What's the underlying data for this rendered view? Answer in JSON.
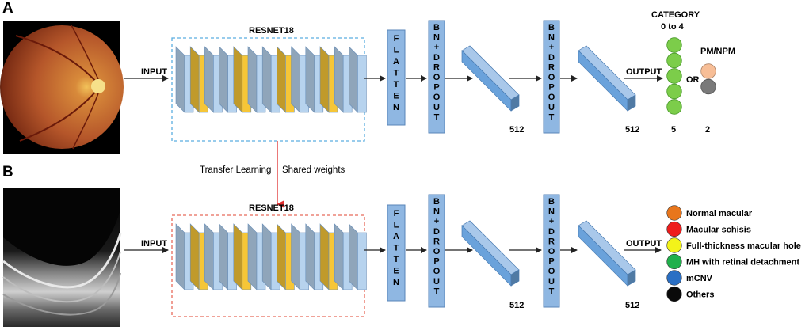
{
  "panels": {
    "top_label": "A",
    "bottom_label": "B"
  },
  "top": {
    "input_label": "INPUT",
    "backbone_label": "RESNET18",
    "flatten_label": "FLATTEN",
    "bn_dropout_1": "BN+DROPOUT",
    "dense_1_units": "512",
    "bn_dropout_2": "BN+DROPOUT",
    "dense_2_units": "512",
    "output_label": "OUTPUT",
    "category_title": "CATEGORY",
    "category_range": "0 to 4",
    "pm_title": "PM/NPM",
    "or_label": "OR",
    "category_count": "5",
    "pm_count": "2",
    "category_node_color": "#7ccd4a",
    "pm_node_colors": [
      "#f7be97",
      "#7a7a7a"
    ]
  },
  "transfer": {
    "label_left": "Transfer Learning",
    "label_right": "Shared weights",
    "arrow_color": "#e03030"
  },
  "bottom": {
    "input_label": "INPUT",
    "backbone_label": "RESNET18",
    "flatten_label": "FLATTEN",
    "bn_dropout_1": "BN+DROPOUT",
    "dense_1_units": "512",
    "bn_dropout_2": "BN+DROPOUT",
    "dense_2_units": "512",
    "output_label": "OUTPUT",
    "legend": [
      {
        "label": "Normal macular",
        "color": "#e8761c"
      },
      {
        "label": "Macular schisis",
        "color": "#ee1c1c"
      },
      {
        "label": "Full-thickness macular hole",
        "color": "#f3f31a"
      },
      {
        "label": "MH with retinal detachment",
        "color": "#20b04c"
      },
      {
        "label": "mCNV",
        "color": "#2a6fc4"
      },
      {
        "label": "Others",
        "color": "#0a0a0a"
      }
    ]
  },
  "colors": {
    "box_top_border": "#5aaee0",
    "box_bottom_border": "#e86a5a",
    "layer_blue": "#b7d3ee",
    "layer_yellow": "#f6c637",
    "flatten_fill": "#8fb7e2",
    "dense_fill": "#6aa2db"
  }
}
